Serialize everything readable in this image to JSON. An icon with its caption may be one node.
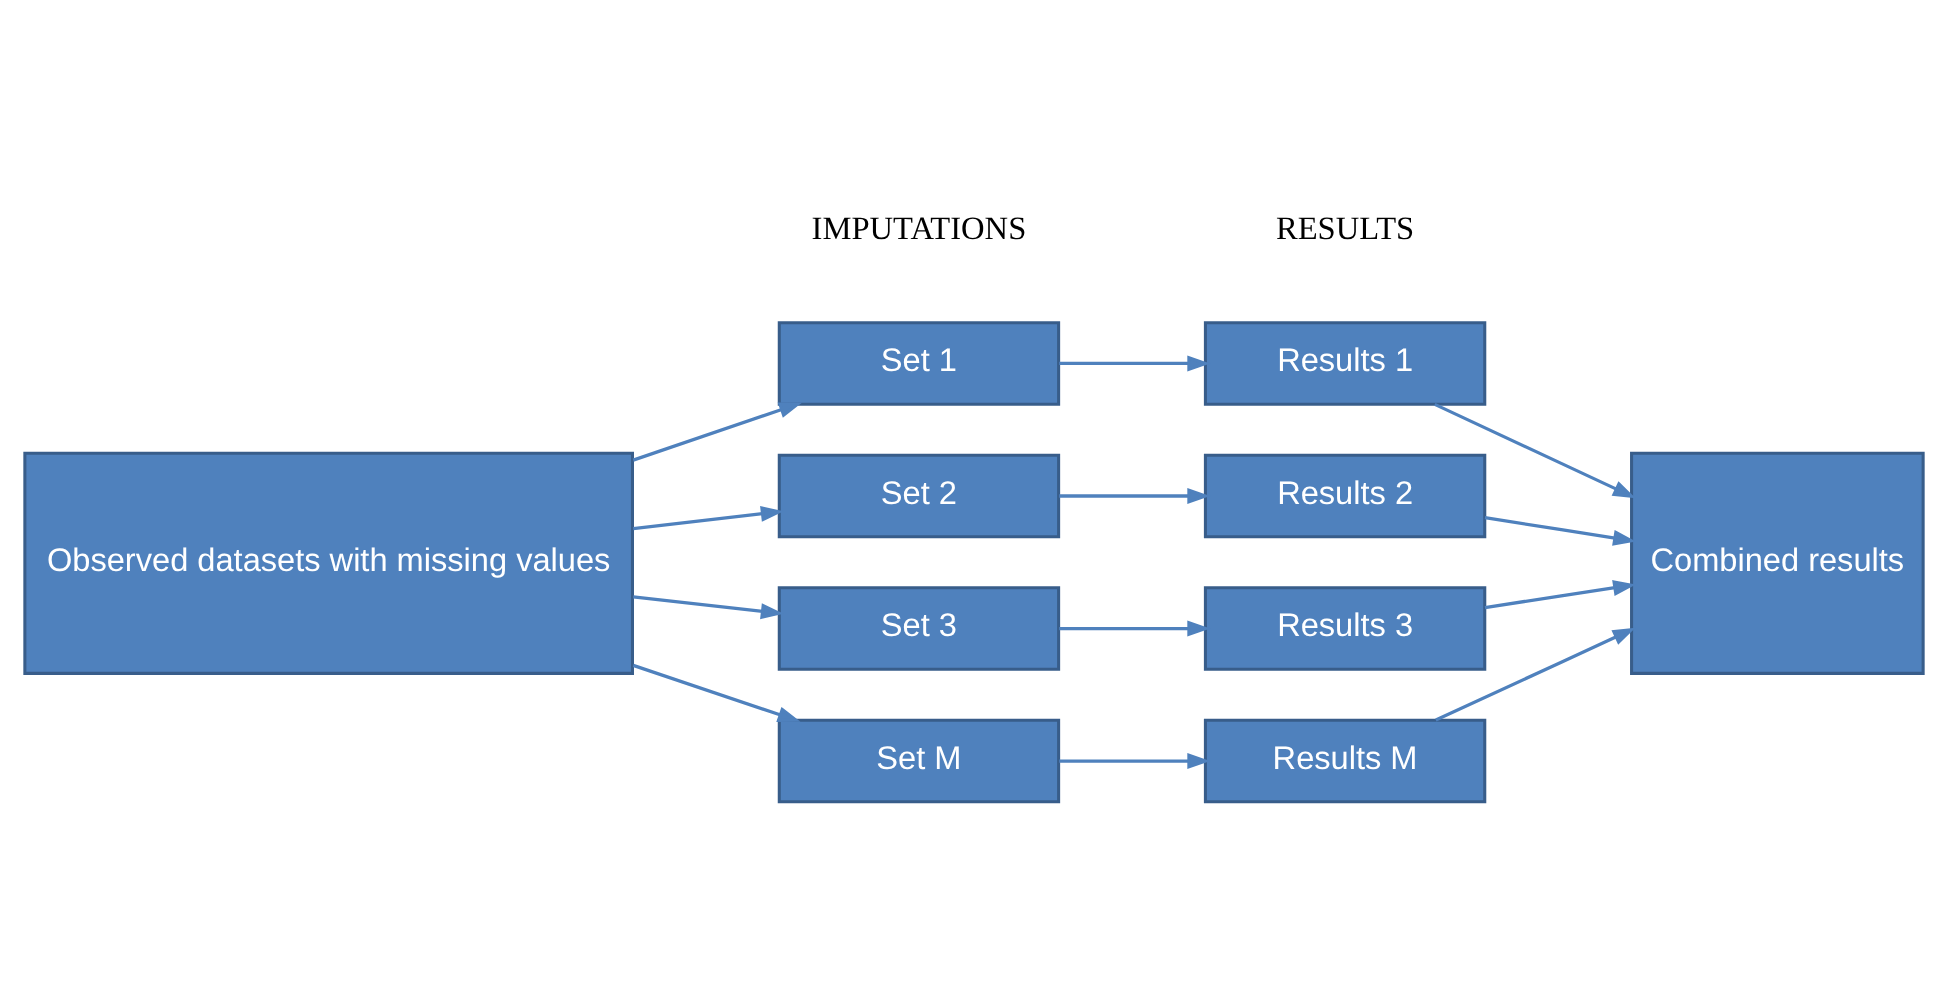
{
  "diagram": {
    "nodes": [
      {
        "text": [
          "Observed datasets with missing values"
        ]
      },
      {
        "text": [
          "Set 1"
        ]
      },
      {
        "text": [
          "Set 2"
        ]
      },
      {
        "text": [
          "Set 3"
        ]
      },
      {
        "text": [
          "Set M"
        ]
      },
      {
        "text": [
          "Results 1"
        ]
      },
      {
        "text": [
          "Results 2"
        ]
      },
      {
        "text": [
          "Results 3"
        ]
      },
      {
        "text": [
          "Results M"
        ]
      },
      {
        "text": [
          "Combined results"
        ]
      }
    ],
    "edges": [
      {
        "from": 0,
        "to": 1,
        "arrow": "to"
      },
      {
        "from": 0,
        "to": 2,
        "arrow": "to"
      },
      {
        "from": 0,
        "to": 3,
        "arrow": "to"
      },
      {
        "from": 0,
        "to": 4,
        "arrow": "to"
      },
      {
        "from": 1,
        "to": 5,
        "arrow": "to"
      },
      {
        "from": 2,
        "to": 6,
        "arrow": "to"
      },
      {
        "from": 3,
        "to": 7,
        "arrow": "to"
      },
      {
        "from": 4,
        "to": 8,
        "arrow": "to"
      },
      {
        "from": 5,
        "to": 9,
        "arrow": "to"
      },
      {
        "from": 6,
        "to": 9,
        "arrow": "to"
      },
      {
        "from": 7,
        "to": 9,
        "arrow": "to"
      },
      {
        "from": 8,
        "to": 9,
        "arrow": "to"
      }
    ],
    "labels": [
      "IMPUTATIONS",
      "RESULTS"
    ]
  }
}
